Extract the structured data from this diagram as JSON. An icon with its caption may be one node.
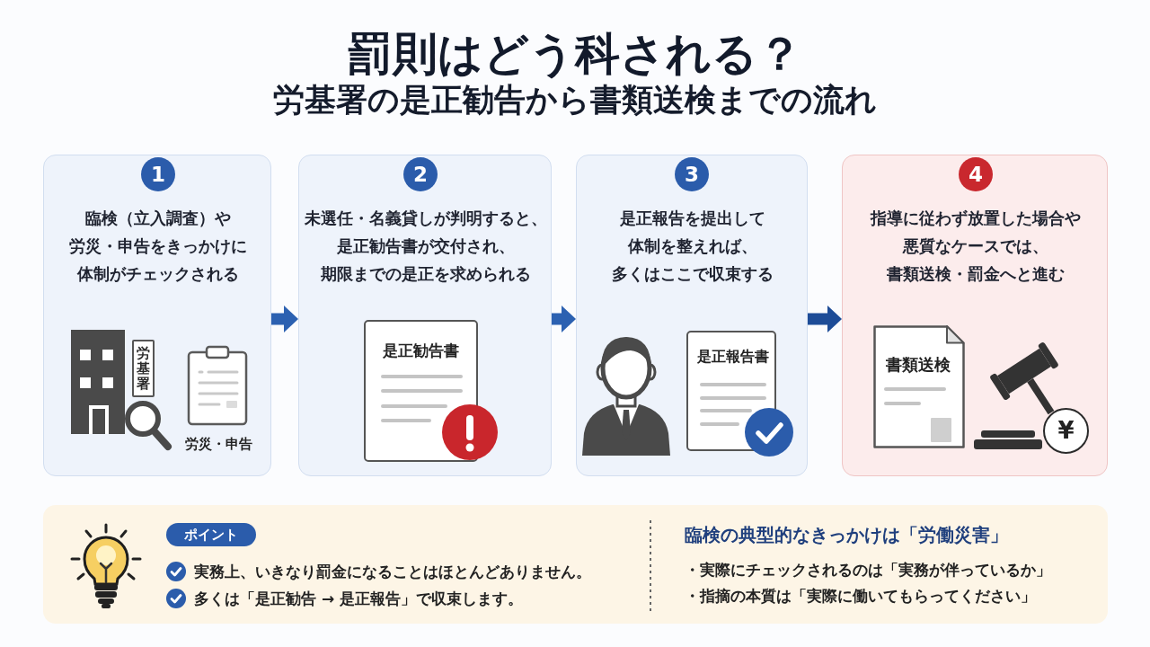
{
  "diagram": {
    "title": "罰則はどう科される？",
    "nodes": [
      {
        "text": [
          "臨検（立入調査）や労災・申告をきっかけに体制がチェックされる"
        ]
      },
      {
        "text": [
          "1"
        ],
        "in": 0
      },
      {
        "text": [
          "労基署"
        ],
        "in": 0
      },
      {
        "text": [
          "未選任・名義貸しが判明すると、是正勧告書が交付され、期限までの是正を求められる"
        ]
      },
      {
        "text": [
          "2"
        ],
        "in": 3
      },
      {
        "text": [
          "是正勧告書"
        ],
        "in": 3
      },
      {
        "text": [
          "是正報告を提出して体制を整えれば、多くはここで収束する"
        ]
      },
      {
        "text": [
          "3"
        ],
        "in": 6
      },
      {
        "text": [
          "是正報告書"
        ],
        "in": 6
      },
      {
        "text": [
          "指導に従わず放置した場合や悪質なケースでは、書類送検・罰金へと進む"
        ]
      },
      {
        "text": [
          "4"
        ],
        "in": 9
      },
      {
        "text": [
          "書類送検"
        ],
        "in": 9
      },
      {
        "text": [
          "¥"
        ],
        "in": 9
      },
      {
        "text": [
          "実務上、いきなり罰金になることはほとんどありません。",
          "多くは「是正勧告 → 是正報告」で収束します。",
          "臨検の典型的なきっかけは「労働災害」",
          "・実際にチェックされるのは「実務が伴っているか」",
          "・指摘の本質は「実際に働いてもらってください」"
        ]
      },
      {
        "text": [
          "ポイント"
        ],
        "in": 13
      }
    ],
    "edges": [
      {
        "from": 0,
        "to": 3,
        "arrow": "to"
      },
      {
        "from": 3,
        "to": 6,
        "arrow": "to"
      },
      {
        "from": 6,
        "to": 9,
        "arrow": "to",
        "color": "#1d4c97"
      }
    ],
    "labels": [
      "労基署の是正勧告から書類送検までの流れ",
      "労災・申告"
    ]
  }
}
